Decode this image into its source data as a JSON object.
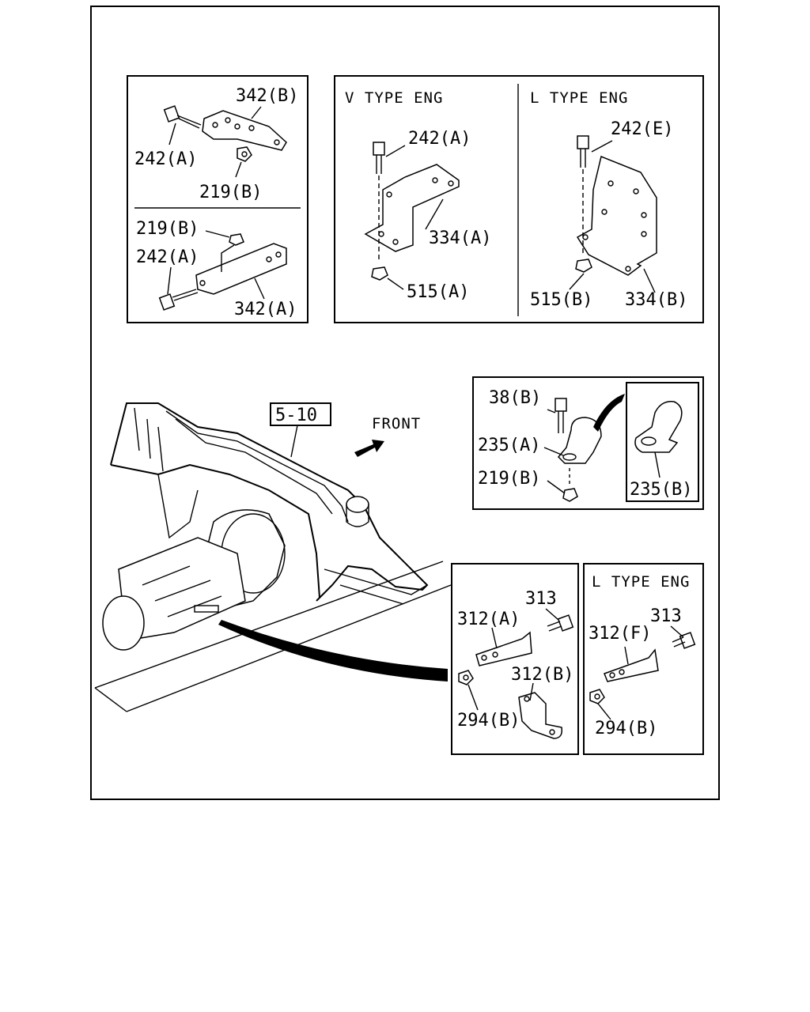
{
  "panels": {
    "top_left": {
      "upper_labels": [
        "342(B)",
        "242(A)",
        "219(B)"
      ],
      "lower_labels": [
        "219(B)",
        "242(A)",
        "342(A)"
      ]
    },
    "v_type": {
      "header": "V TYPE ENG",
      "labels": [
        "242(A)",
        "334(A)",
        "515(A)"
      ]
    },
    "l_type_top": {
      "header": "L TYPE ENG",
      "labels": [
        "242(E)",
        "515(B)",
        "334(B)"
      ]
    },
    "clamp": {
      "labels": [
        "38(B)",
        "235(A)",
        "219(B)",
        "235(B)"
      ]
    },
    "main_view": {
      "ref_box": "5-10",
      "direction": "FRONT"
    },
    "bottom_mid": {
      "labels": [
        "313",
        "312(A)",
        "312(B)",
        "294(B)"
      ]
    },
    "bottom_right": {
      "header": "L TYPE ENG",
      "labels": [
        "313",
        "312(F)",
        "294(B)"
      ]
    }
  }
}
